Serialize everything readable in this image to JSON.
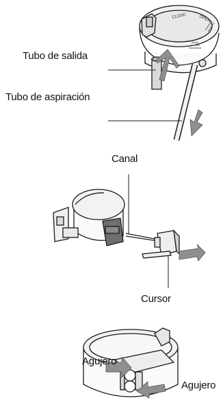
{
  "labels": {
    "tubo_salida": "Tubo de salida",
    "tubo_aspiracion": "Tubo de aspiración",
    "canal": "Canal",
    "cursor": "Cursor",
    "agujero_left": "Agujero",
    "agujero_right": "Agujero"
  },
  "device_markings": {
    "close": "CLOSE",
    "open": "OPEN"
  },
  "colors": {
    "line": "#1a1a1a",
    "arrow_gray": "#8f8f8f",
    "part_dark": "#6e6e6e",
    "part_light": "#f4f4f4"
  }
}
